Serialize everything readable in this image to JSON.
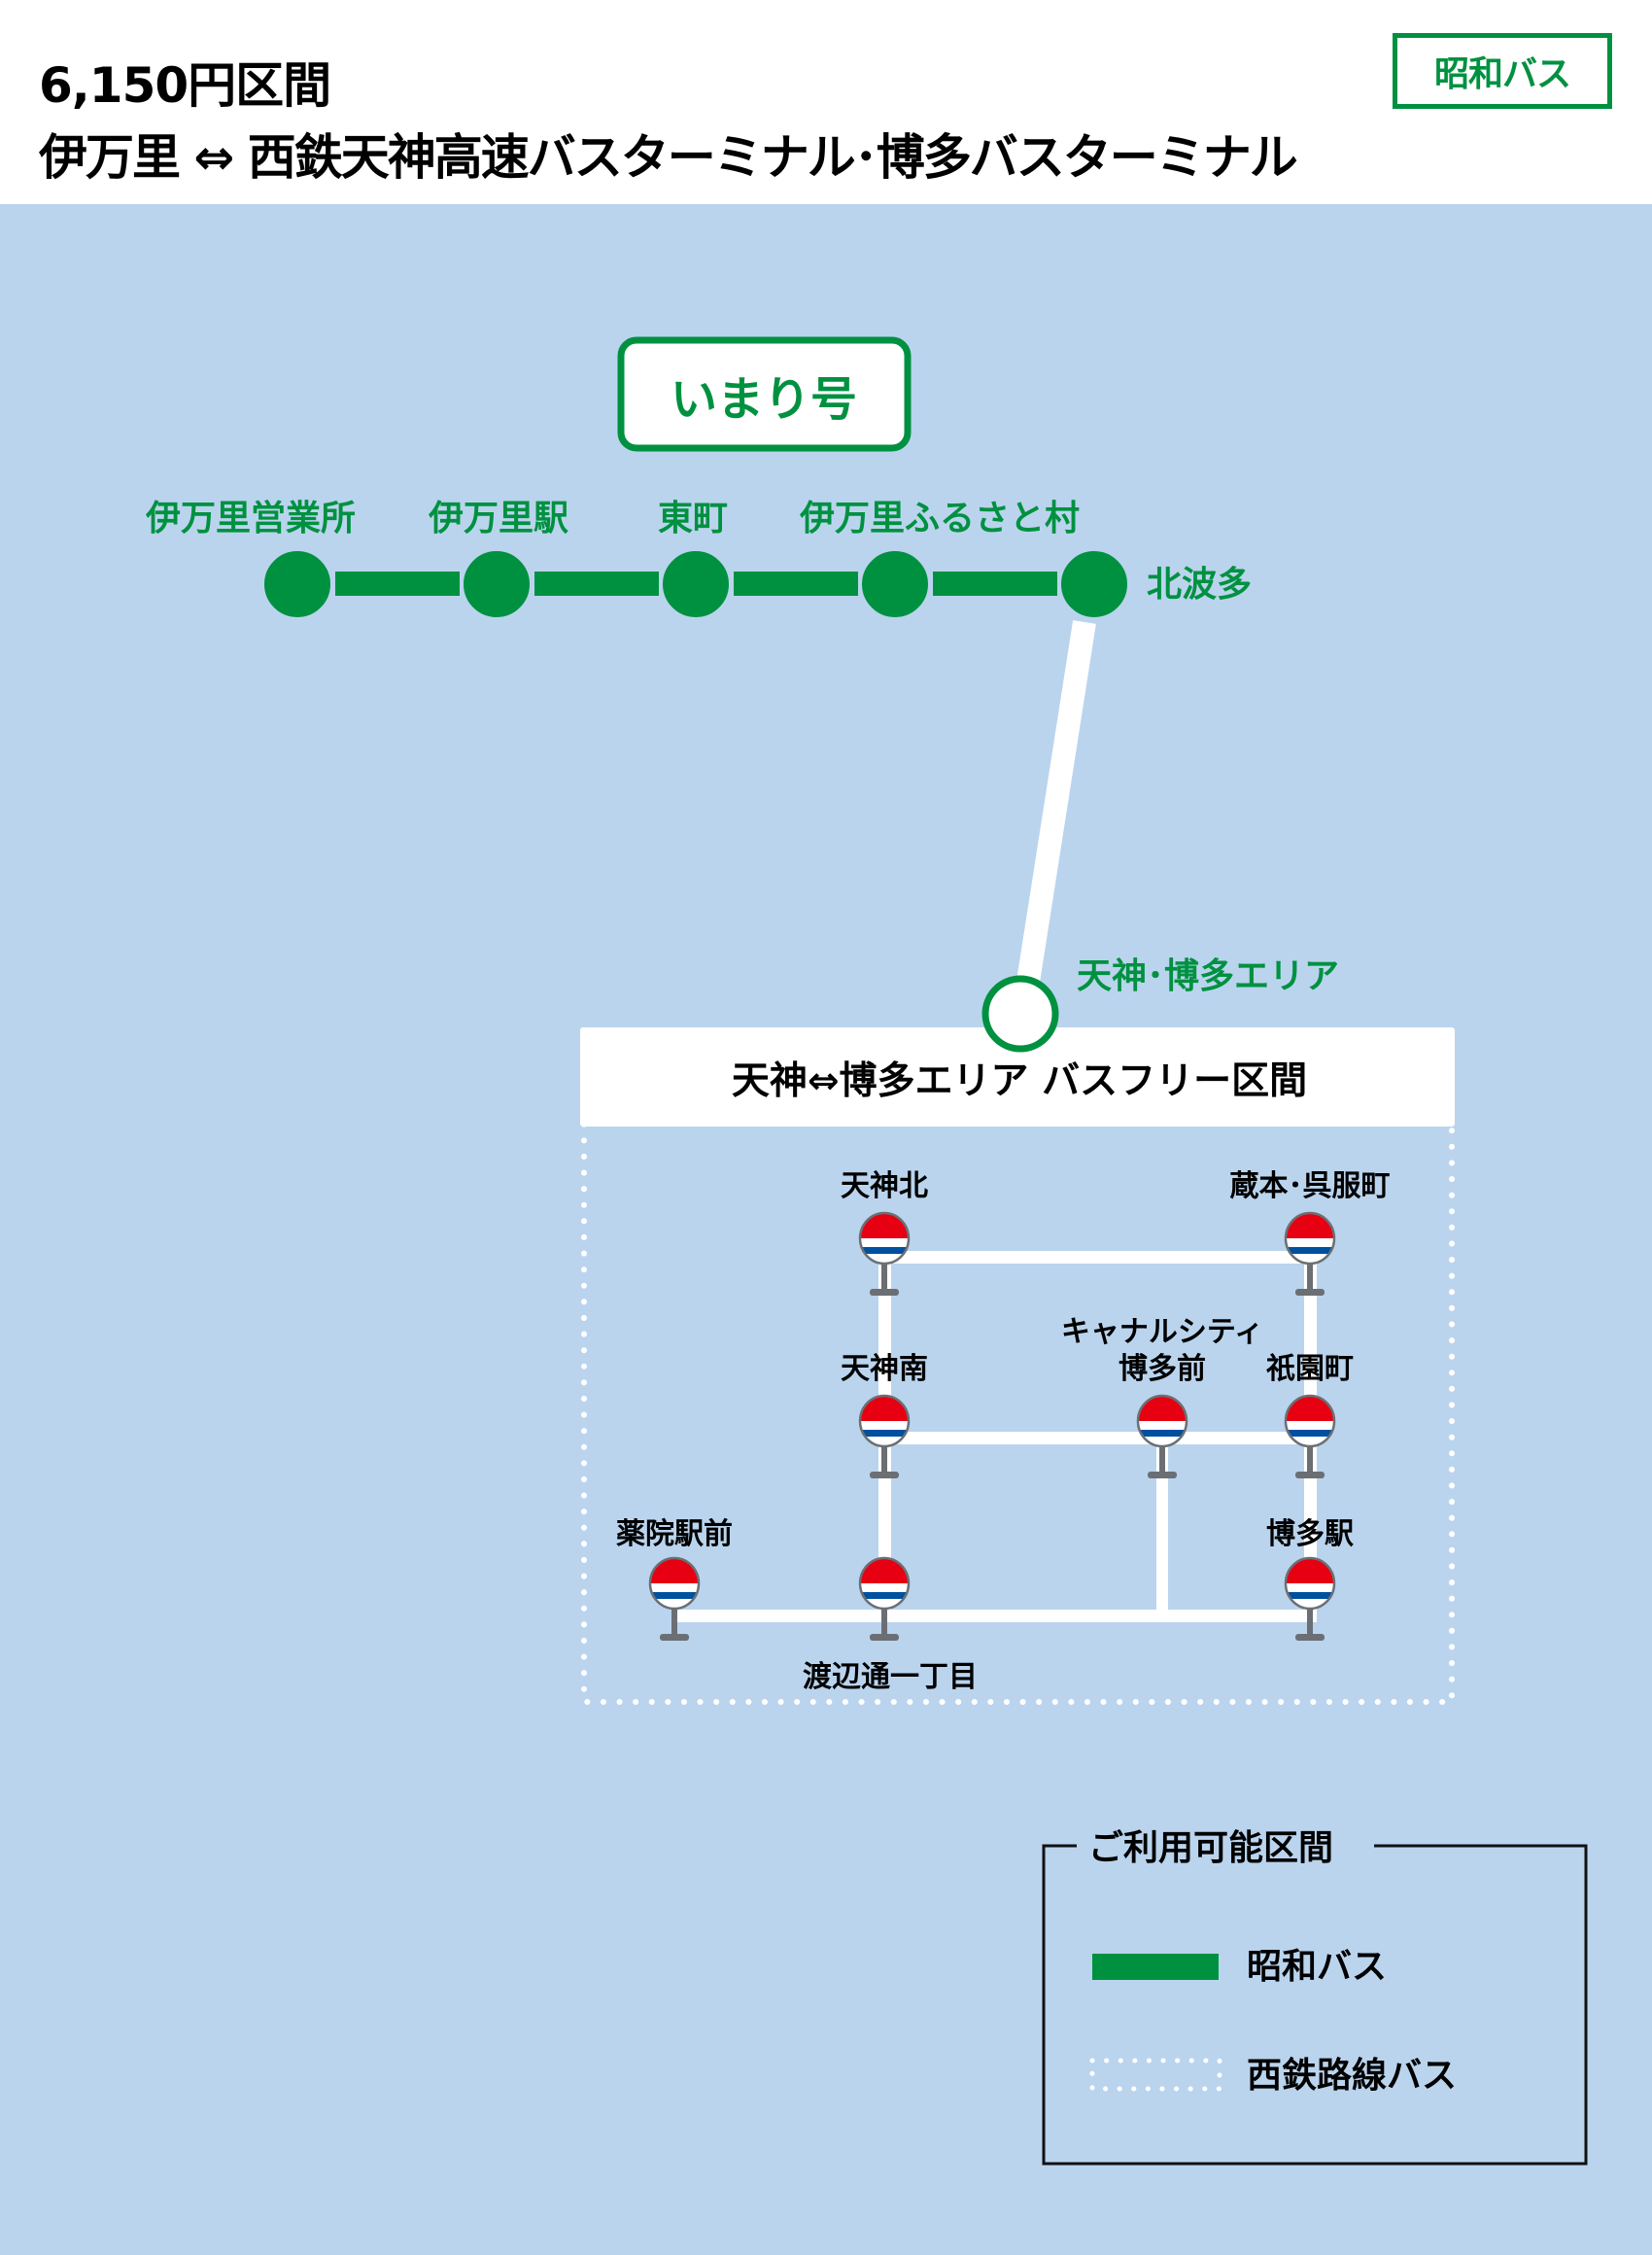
{
  "header": {
    "fare_title": "6,150円区間",
    "route_title": "伊万里 ⇔ 西鉄天神高速バスターミナル･博多バスターミナル",
    "operator_badge": "昭和バス"
  },
  "colors": {
    "green": "#009140",
    "background": "#bad4ee",
    "bus_stop_red": "#e60012",
    "bus_stop_blue": "#0050a0",
    "pole_gray": "#6b6f74"
  },
  "route": {
    "name": "いまり号",
    "stops": [
      {
        "name": "伊万里営業所",
        "label_position": "above"
      },
      {
        "name": "伊万里駅",
        "label_position": "above"
      },
      {
        "name": "東町",
        "label_position": "above"
      },
      {
        "name": "伊万里ふるさと村",
        "label_position": "above"
      },
      {
        "name": "北波多",
        "label_position": "right"
      }
    ],
    "terminal": {
      "name": "天神･博多エリア"
    }
  },
  "bus_free_area": {
    "title": "天神⇔博多エリア バスフリー区間",
    "stops": [
      {
        "name": "天神北"
      },
      {
        "name": "蔵本･呉服町"
      },
      {
        "name": "天神南"
      },
      {
        "name": "キャナルシティ",
        "name_line2": "博多前"
      },
      {
        "name": "祇園町"
      },
      {
        "name": "薬院駅前"
      },
      {
        "name": "渡辺通一丁目"
      },
      {
        "name": "博多駅"
      }
    ]
  },
  "legend": {
    "title": "ご利用可能区間",
    "items": [
      {
        "label": "昭和バス",
        "style": "solid-green"
      },
      {
        "label": "西鉄路線バス",
        "style": "dotted-white"
      }
    ]
  }
}
